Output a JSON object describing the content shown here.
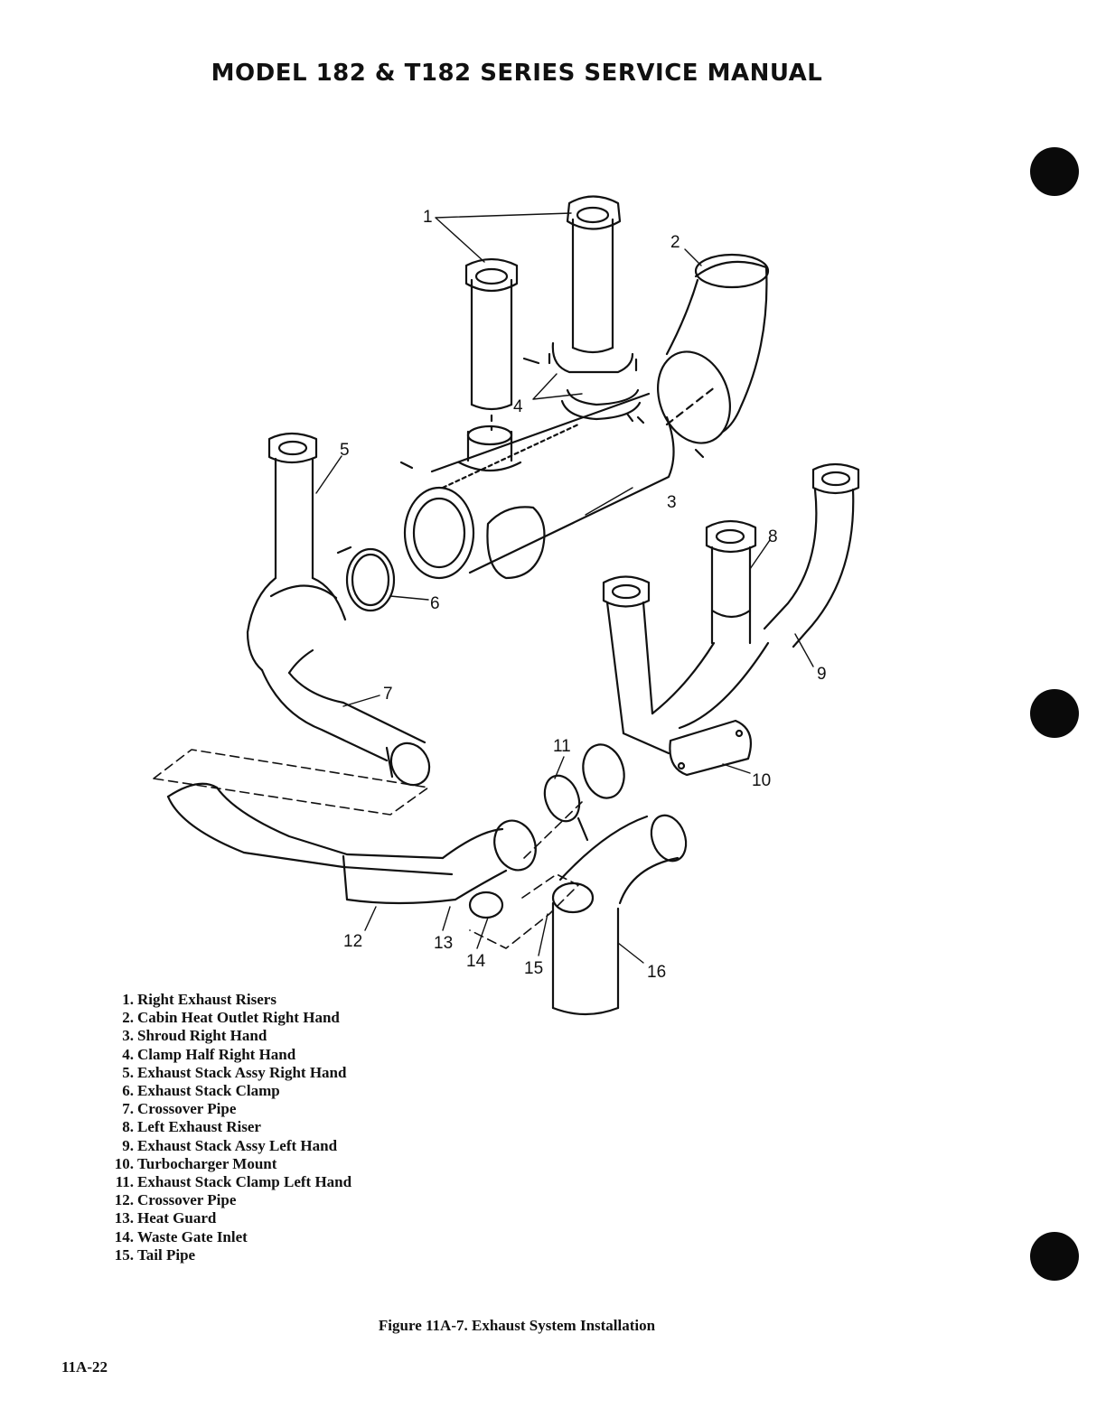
{
  "header": {
    "title": "MODEL 182 & T182 SERIES SERVICE MANUAL"
  },
  "figure": {
    "callouts": [
      "1",
      "2",
      "3",
      "4",
      "5",
      "6",
      "7",
      "8",
      "9",
      "10",
      "11",
      "12",
      "13",
      "14",
      "15",
      "16"
    ],
    "caption": "Figure 11A-7.  Exhaust System Installation"
  },
  "legend": [
    {
      "num": "1.",
      "text": "Right Exhaust Risers"
    },
    {
      "num": "2.",
      "text": "Cabin Heat Outlet Right Hand"
    },
    {
      "num": "3.",
      "text": "Shroud Right Hand"
    },
    {
      "num": "4.",
      "text": "Clamp Half Right Hand"
    },
    {
      "num": "5.",
      "text": "Exhaust Stack Assy Right Hand"
    },
    {
      "num": "6.",
      "text": "Exhaust Stack Clamp"
    },
    {
      "num": "7.",
      "text": "Crossover Pipe"
    },
    {
      "num": "8.",
      "text": "Left Exhaust Riser"
    },
    {
      "num": "9.",
      "text": "Exhaust Stack Assy Left Hand"
    },
    {
      "num": "10.",
      "text": "Turbocharger Mount"
    },
    {
      "num": "11.",
      "text": "Exhaust Stack Clamp Left Hand"
    },
    {
      "num": "12.",
      "text": "Crossover Pipe"
    },
    {
      "num": "13.",
      "text": "Heat Guard"
    },
    {
      "num": "14.",
      "text": "Waste Gate Inlet"
    },
    {
      "num": "15.",
      "text": "Tail Pipe"
    }
  ],
  "footer": {
    "page_number": "11A-22"
  }
}
